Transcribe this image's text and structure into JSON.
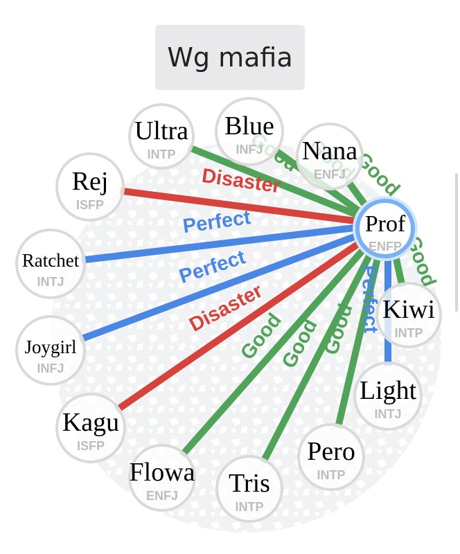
{
  "title": "Wg mafia",
  "footer_text": "",
  "colors": {
    "good": "#52a35a",
    "perfect": "#4a87e5",
    "disaster": "#d6423c",
    "node_border": "#dadada",
    "hub_ring": "#78b1f4"
  },
  "hub": "Prof",
  "nodes": [
    {
      "id": "Blue",
      "name": "Blue",
      "type": "INFJ"
    },
    {
      "id": "Nana",
      "name": "Nana",
      "type": "ENFJ"
    },
    {
      "id": "Ultra",
      "name": "Ultra",
      "type": "INTP"
    },
    {
      "id": "Rej",
      "name": "Rej",
      "type": "ISFP"
    },
    {
      "id": "Ratchet",
      "name": "Ratchet",
      "type": "INTJ"
    },
    {
      "id": "Joygirl",
      "name": "Joygirl",
      "type": "INFJ"
    },
    {
      "id": "Kagu",
      "name": "Kagu",
      "type": "ISFP"
    },
    {
      "id": "Flowa",
      "name": "Flowa",
      "type": "ENFJ"
    },
    {
      "id": "Tris",
      "name": "Tris",
      "type": "INTP"
    },
    {
      "id": "Pero",
      "name": "Pero",
      "type": "INTP"
    },
    {
      "id": "Light",
      "name": "Light",
      "type": "INTJ"
    },
    {
      "id": "Kiwi",
      "name": "Kiwi",
      "type": "INTP"
    },
    {
      "id": "Prof",
      "name": "Prof",
      "type": "ENFP"
    }
  ],
  "edges": [
    {
      "to": "Blue",
      "rating": "Good"
    },
    {
      "to": "Nana",
      "rating": "Good"
    },
    {
      "to": "Ultra",
      "rating": "Good"
    },
    {
      "to": "Rej",
      "rating": "Disaster"
    },
    {
      "to": "Ratchet",
      "rating": "Perfect"
    },
    {
      "to": "Joygirl",
      "rating": "Perfect"
    },
    {
      "to": "Kagu",
      "rating": "Disaster"
    },
    {
      "to": "Flowa",
      "rating": "Good"
    },
    {
      "to": "Tris",
      "rating": "Good"
    },
    {
      "to": "Pero",
      "rating": "Good"
    },
    {
      "to": "Light",
      "rating": "Perfect"
    },
    {
      "to": "Kiwi",
      "rating": "Good"
    },
    {
      "to": "Nana",
      "rating": "Good"
    }
  ]
}
